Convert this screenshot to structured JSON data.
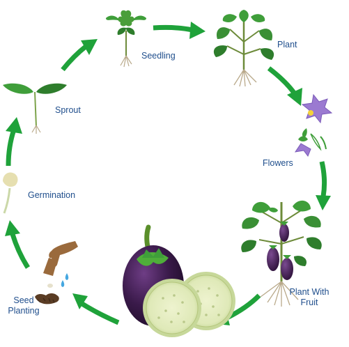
{
  "stages": {
    "seedling": "Seedling",
    "plant": "Plant",
    "flowers": "Flowers",
    "plant_with_fruit_line1": "Plant With",
    "plant_with_fruit_line2": "Fruit",
    "seed_planting_line1": "Seed",
    "seed_planting_line2": "Planting",
    "germination": "Germination",
    "sprout": "Sprout"
  },
  "colors": {
    "arrow": "#1fa23a",
    "label": "#1f4e8c",
    "leaf": "#3f9e3a",
    "leaf_dark": "#2e7d2c",
    "flower": "#9b7ad1",
    "eggplant": "#3a1a4a",
    "eggplant_slice": "#dfe9b8",
    "root": "#b9a98a",
    "soil": "#5a3c24",
    "hand": "#9a6a3c",
    "water": "#45a7e0"
  }
}
